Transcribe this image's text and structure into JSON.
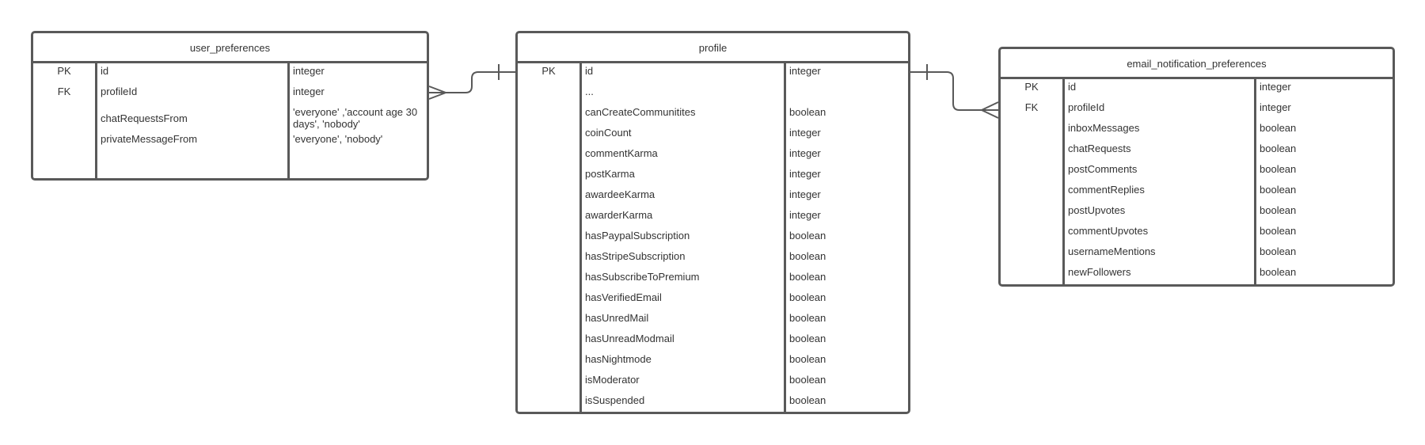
{
  "entities": {
    "user_preferences": {
      "title": "user_preferences",
      "rows": [
        {
          "key": "PK",
          "field": "id",
          "type": "integer"
        },
        {
          "key": "FK",
          "field": "profileId",
          "type": "integer"
        },
        {
          "key": "",
          "field": "chatRequestsFrom",
          "type": "'everyone' ,'account age 30 days', 'nobody'"
        },
        {
          "key": "",
          "field": "privateMessageFrom",
          "type": "'everyone', 'nobody'"
        }
      ]
    },
    "profile": {
      "title": "profile",
      "rows": [
        {
          "key": "PK",
          "field": "id",
          "type": "integer"
        },
        {
          "key": "",
          "field": "...",
          "type": ""
        },
        {
          "key": "",
          "field": "canCreateCommunitites",
          "type": "boolean"
        },
        {
          "key": "",
          "field": "coinCount",
          "type": "integer"
        },
        {
          "key": "",
          "field": "commentKarma",
          "type": "integer"
        },
        {
          "key": "",
          "field": "postKarma",
          "type": "integer"
        },
        {
          "key": "",
          "field": "awardeeKarma",
          "type": "integer"
        },
        {
          "key": "",
          "field": "awarderKarma",
          "type": "integer"
        },
        {
          "key": "",
          "field": "hasPaypalSubscription",
          "type": "boolean"
        },
        {
          "key": "",
          "field": "hasStripeSubscription",
          "type": "boolean"
        },
        {
          "key": "",
          "field": "hasSubscribeToPremium",
          "type": "boolean"
        },
        {
          "key": "",
          "field": "hasVerifiedEmail",
          "type": "boolean"
        },
        {
          "key": "",
          "field": "hasUnredMail",
          "type": "boolean"
        },
        {
          "key": "",
          "field": "hasUnreadModmail",
          "type": "boolean"
        },
        {
          "key": "",
          "field": "hasNightmode",
          "type": "boolean"
        },
        {
          "key": "",
          "field": "isModerator",
          "type": "boolean"
        },
        {
          "key": "",
          "field": "isSuspended",
          "type": "boolean"
        }
      ]
    },
    "email_notification_preferences": {
      "title": "email_notification_preferences",
      "rows": [
        {
          "key": "PK",
          "field": "id",
          "type": "integer"
        },
        {
          "key": "FK",
          "field": "profileId",
          "type": "integer"
        },
        {
          "key": "",
          "field": "inboxMessages",
          "type": "boolean"
        },
        {
          "key": "",
          "field": "chatRequests",
          "type": "boolean"
        },
        {
          "key": "",
          "field": "postComments",
          "type": "boolean"
        },
        {
          "key": "",
          "field": "commentReplies",
          "type": "boolean"
        },
        {
          "key": "",
          "field": "postUpvotes",
          "type": "boolean"
        },
        {
          "key": "",
          "field": "commentUpvotes",
          "type": "boolean"
        },
        {
          "key": "",
          "field": "usernameMentions",
          "type": "boolean"
        },
        {
          "key": "",
          "field": "newFollowers",
          "type": "boolean"
        }
      ]
    }
  },
  "relationships": [
    {
      "from": "profile",
      "from_end": "one",
      "to": "user_preferences",
      "to_end": "many"
    },
    {
      "from": "profile",
      "from_end": "one",
      "to": "email_notification_preferences",
      "to_end": "many"
    }
  ],
  "colors": {
    "border": "#595959",
    "text": "#333333",
    "background": "#ffffff"
  }
}
